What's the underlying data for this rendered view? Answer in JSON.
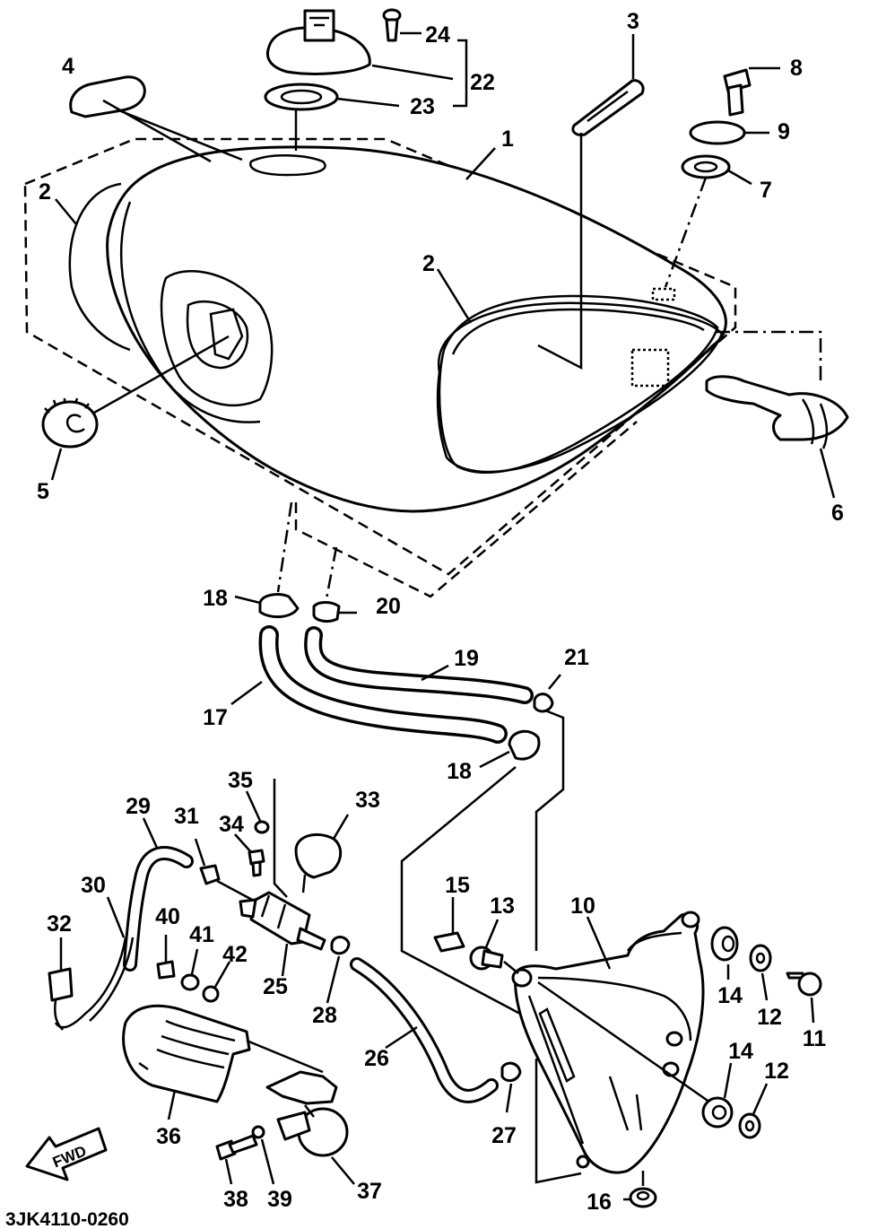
{
  "diagram": {
    "code": "3JK4110-0260",
    "fwd_label": "FWD",
    "callouts": [
      {
        "id": "c1",
        "text": "1"
      },
      {
        "id": "c2a",
        "text": "2"
      },
      {
        "id": "c2b",
        "text": "2"
      },
      {
        "id": "c3",
        "text": "3"
      },
      {
        "id": "c4",
        "text": "4"
      },
      {
        "id": "c5",
        "text": "5"
      },
      {
        "id": "c6",
        "text": "6"
      },
      {
        "id": "c7",
        "text": "7"
      },
      {
        "id": "c8",
        "text": "8"
      },
      {
        "id": "c9",
        "text": "9"
      },
      {
        "id": "c10",
        "text": "10"
      },
      {
        "id": "c11",
        "text": "11"
      },
      {
        "id": "c12a",
        "text": "12"
      },
      {
        "id": "c12b",
        "text": "12"
      },
      {
        "id": "c13",
        "text": "13"
      },
      {
        "id": "c14a",
        "text": "14"
      },
      {
        "id": "c14b",
        "text": "14"
      },
      {
        "id": "c15",
        "text": "15"
      },
      {
        "id": "c16",
        "text": "16"
      },
      {
        "id": "c17",
        "text": "17"
      },
      {
        "id": "c18a",
        "text": "18"
      },
      {
        "id": "c18b",
        "text": "18"
      },
      {
        "id": "c19",
        "text": "19"
      },
      {
        "id": "c20",
        "text": "20"
      },
      {
        "id": "c21",
        "text": "21"
      },
      {
        "id": "c22",
        "text": "22"
      },
      {
        "id": "c23",
        "text": "23"
      },
      {
        "id": "c24",
        "text": "24"
      },
      {
        "id": "c25",
        "text": "25"
      },
      {
        "id": "c26",
        "text": "26"
      },
      {
        "id": "c27",
        "text": "27"
      },
      {
        "id": "c28",
        "text": "28"
      },
      {
        "id": "c29",
        "text": "29"
      },
      {
        "id": "c30",
        "text": "30"
      },
      {
        "id": "c31",
        "text": "31"
      },
      {
        "id": "c32",
        "text": "32"
      },
      {
        "id": "c33",
        "text": "33"
      },
      {
        "id": "c34",
        "text": "34"
      },
      {
        "id": "c35",
        "text": "35"
      },
      {
        "id": "c36",
        "text": "36"
      },
      {
        "id": "c37",
        "text": "37"
      },
      {
        "id": "c38",
        "text": "38"
      },
      {
        "id": "c39",
        "text": "39"
      },
      {
        "id": "c40",
        "text": "40"
      },
      {
        "id": "c41",
        "text": "41"
      },
      {
        "id": "c42",
        "text": "42"
      }
    ]
  }
}
